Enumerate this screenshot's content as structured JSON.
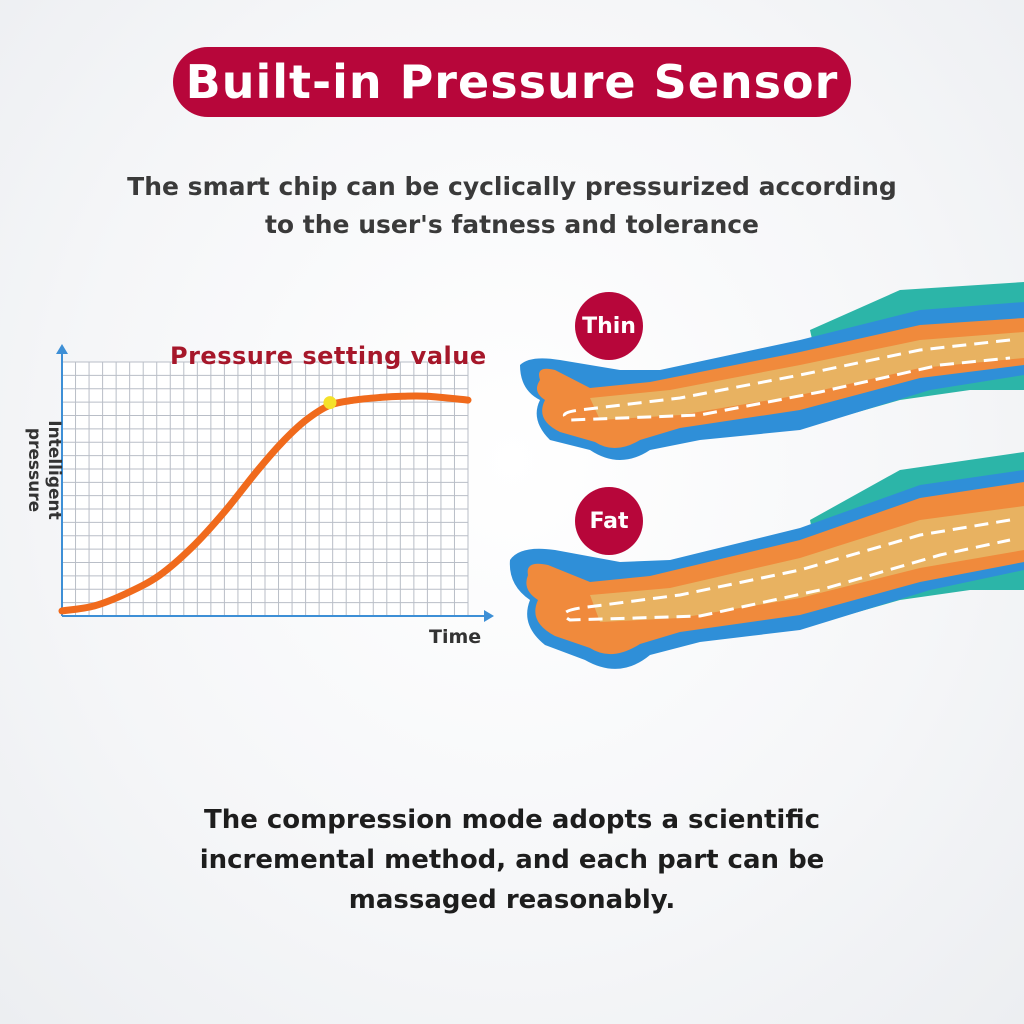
{
  "title": "Built-in Pressure Sensor",
  "subtitle_line1": "The smart chip can be cyclically pressurized according",
  "subtitle_line2": "to the user's fatness and tolerance",
  "bottom_line1": "The compression mode adopts a scientific",
  "bottom_line2": "incremental method, and each part can be",
  "bottom_line3": "massaged reasonably.",
  "badges": {
    "thin": "Thin",
    "fat": "Fat"
  },
  "colors": {
    "brand_red": "#b7063a",
    "curve_orange": "#f06a1c",
    "axis_blue": "#3d8fd6",
    "marker_yellow": "#f5e12a",
    "sleeve_blue": "#2f8fd8",
    "sleeve_teal": "#2cb5a8",
    "leg_orange": "#f08a3c"
  },
  "chart_data": {
    "type": "line",
    "title": "Pressure setting value",
    "xlabel": "Time",
    "ylabel": "Intelligent pressure",
    "grid": true,
    "xlim": [
      0,
      100
    ],
    "ylim": [
      0,
      100
    ],
    "series": [
      {
        "x": [
          0,
          8,
          16,
          24,
          32,
          40,
          48,
          54,
          60,
          66,
          72,
          78,
          84,
          90,
          100
        ],
        "y": [
          2,
          4,
          9,
          16,
          27,
          41,
          57,
          68,
          77,
          83,
          85,
          86,
          86.5,
          86.5,
          85
        ]
      }
    ],
    "marker": {
      "x": 66,
      "y": 84,
      "label": "Pressure setting value"
    }
  }
}
